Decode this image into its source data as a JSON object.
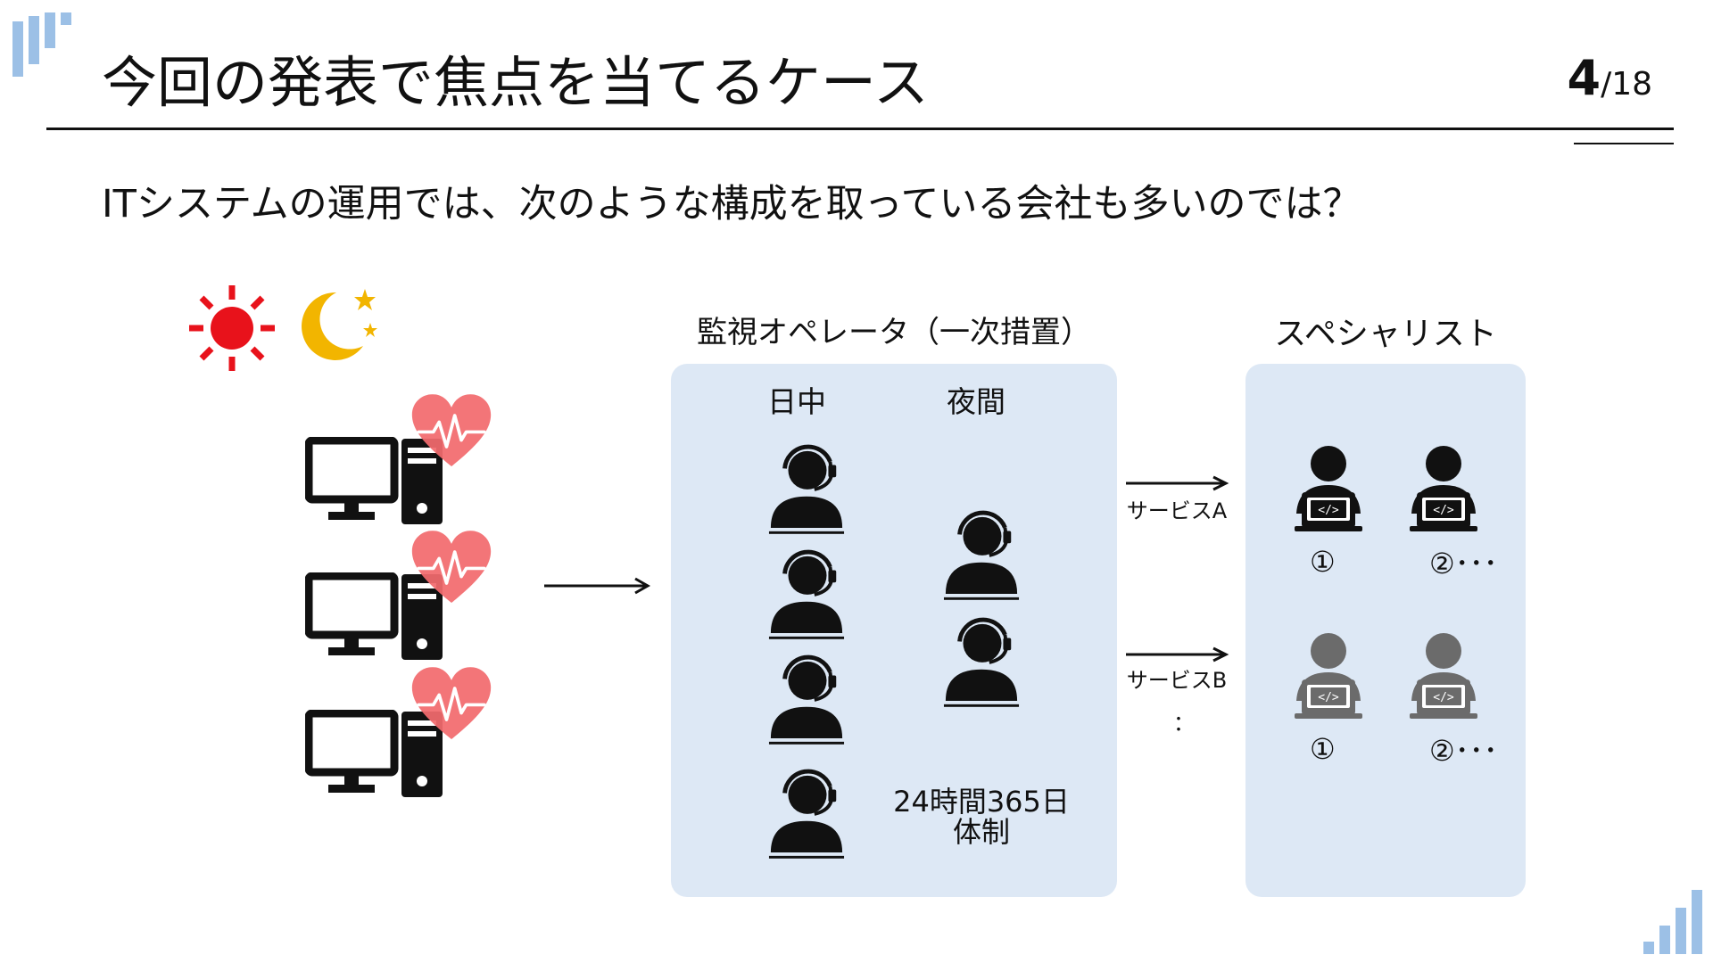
{
  "slide": {
    "title": "今回の発表で焦点を当てるケース",
    "page_current": "4",
    "page_total": "/18",
    "subtitle": "ITシステムの運用では、次のような構成を取っている会社も多いのでは？"
  },
  "operators": {
    "title": "監視オペレータ（一次措置）",
    "day_label": "日中",
    "night_label": "夜間",
    "note_line1": "24時間365日",
    "note_line2": "体制"
  },
  "specialists": {
    "title": "スペシャリスト",
    "service_a": "サービスA",
    "service_b": "サービスB",
    "ellipsis": "：",
    "num_1": "①",
    "num_2": "②･･･"
  },
  "colors": {
    "panel": "#dde8f5",
    "sun": "#e8121b",
    "moon": "#f2b500",
    "heart": "#f26b6e",
    "specialist_a": "#111111",
    "specialist_b": "#6b6b6b",
    "logo": "#9cc0e6"
  }
}
